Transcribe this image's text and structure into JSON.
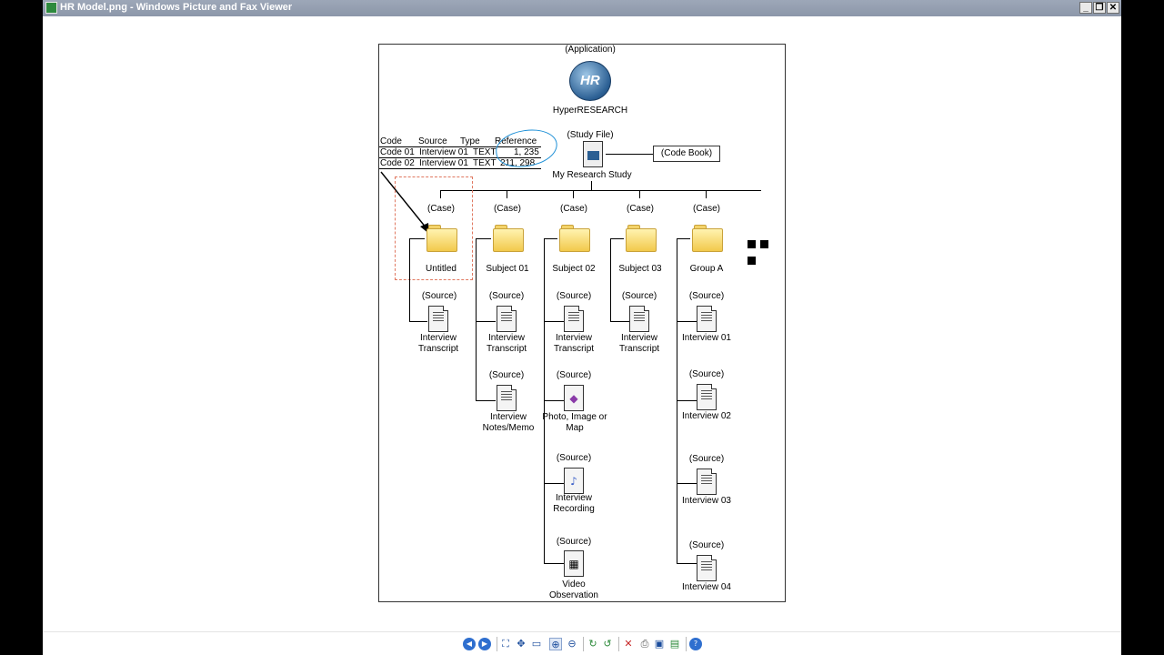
{
  "window": {
    "title": "HR Model.png - Windows Picture and Fax Viewer",
    "minimize": "_",
    "restore": "❐",
    "close": "✕"
  },
  "diagram": {
    "application_label": "(Application)",
    "app_name": "HyperRESEARCH",
    "logo_text": "HR",
    "study_file_label": "(Study File)",
    "study_name": "My Research Study",
    "code_book": "(Code Book)",
    "table": {
      "headers": [
        "Code",
        "Source",
        "Type",
        "Reference"
      ],
      "rows": [
        [
          "Code 01",
          "Interview 01",
          "TEXT",
          "1, 235"
        ],
        [
          "Code 02",
          "Interview 01",
          "TEXT",
          "211, 298"
        ]
      ]
    },
    "cases": [
      {
        "label": "(Case)",
        "name": "Untitled",
        "sources": [
          {
            "label": "(Source)",
            "name": "Interview Transcript"
          }
        ]
      },
      {
        "label": "(Case)",
        "name": "Subject 01",
        "sources": [
          {
            "label": "(Source)",
            "name": "Interview Transcript"
          },
          {
            "label": "(Source)",
            "name": "Interview Notes/Memo"
          }
        ]
      },
      {
        "label": "(Case)",
        "name": "Subject 02",
        "sources": [
          {
            "label": "(Source)",
            "name": "Interview Transcript"
          },
          {
            "label": "(Source)",
            "name": "Photo, Image or Map"
          },
          {
            "label": "(Source)",
            "name": "Interview Recording"
          },
          {
            "label": "(Source)",
            "name": "Video Observation"
          }
        ]
      },
      {
        "label": "(Case)",
        "name": "Subject 03",
        "sources": [
          {
            "label": "(Source)",
            "name": "Interview Transcript"
          }
        ]
      },
      {
        "label": "(Case)",
        "name": "Group A",
        "sources": [
          {
            "label": "(Source)",
            "name": "Interview 01"
          },
          {
            "label": "(Source)",
            "name": "Interview 02"
          },
          {
            "label": "(Source)",
            "name": "Interview 03"
          },
          {
            "label": "(Source)",
            "name": "Interview 04"
          }
        ]
      }
    ]
  },
  "toolbar": {
    "buttons": [
      "previous-image",
      "next-image",
      "best-fit",
      "actual-size",
      "slideshow",
      "zoom-in",
      "zoom-out",
      "rotate-clockwise",
      "rotate-counterclockwise",
      "delete",
      "print",
      "copy-to",
      "open-for-editing",
      "help"
    ]
  }
}
